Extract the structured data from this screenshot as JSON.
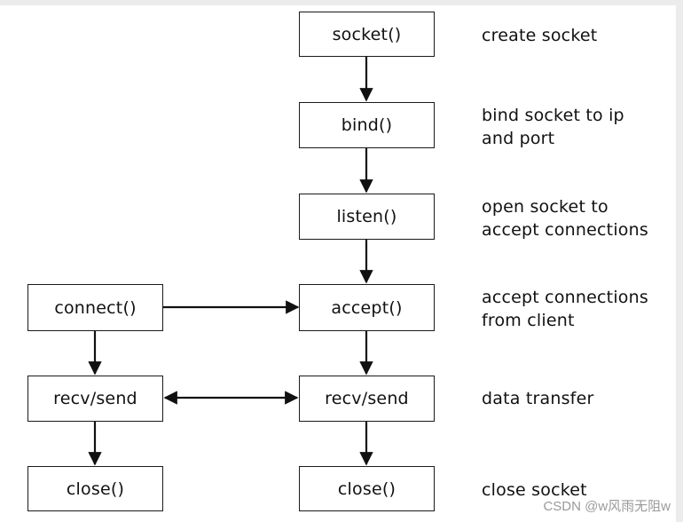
{
  "server": {
    "socket": "socket()",
    "bind": "bind()",
    "listen": "listen()",
    "accept": "accept()",
    "recv_send": "recv/send",
    "close": "close()"
  },
  "client": {
    "connect": "connect()",
    "recv_send": "recv/send",
    "close": "close()"
  },
  "notes": {
    "socket": [
      "create socket"
    ],
    "bind": [
      "bind socket to ip",
      "and port"
    ],
    "listen": [
      "open socket to",
      "accept connections"
    ],
    "accept": [
      "accept connections",
      "from client"
    ],
    "recv_send": [
      "data transfer"
    ],
    "close": [
      "close socket"
    ]
  },
  "watermark": "CSDN @w风雨无阻w"
}
